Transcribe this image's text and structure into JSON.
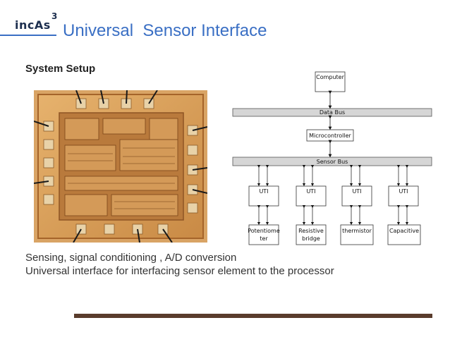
{
  "header": {
    "logo_text": "incAs",
    "logo_superscript": "3",
    "title": "Universal  Sensor Interface"
  },
  "section": {
    "heading": "System Setup"
  },
  "diagram": {
    "computer": "Computer",
    "data_bus": "Data Bus",
    "microcontroller": "Microcontroller",
    "sensor_bus": "Sensor Bus",
    "uti_labels": [
      "UTI",
      "UTI",
      "UTI",
      "UTI"
    ],
    "sensors": [
      {
        "line1": "Potentiome",
        "line2": "ter"
      },
      {
        "line1": "Resistive",
        "line2": "bridge"
      },
      {
        "line1": "thermistor",
        "line2": ""
      },
      {
        "line1": "Capacitive",
        "line2": ""
      }
    ]
  },
  "body": {
    "lines": [
      "Sensing, signal conditioning , A/D conversion",
      "Universal interface for interfacing sensor element to the processor"
    ]
  },
  "colors": {
    "title": "#3a6fc4",
    "logo": "#1d2f4f",
    "footer_bar": "#5a3c2c",
    "bus_fill": "#d6d6d6"
  }
}
